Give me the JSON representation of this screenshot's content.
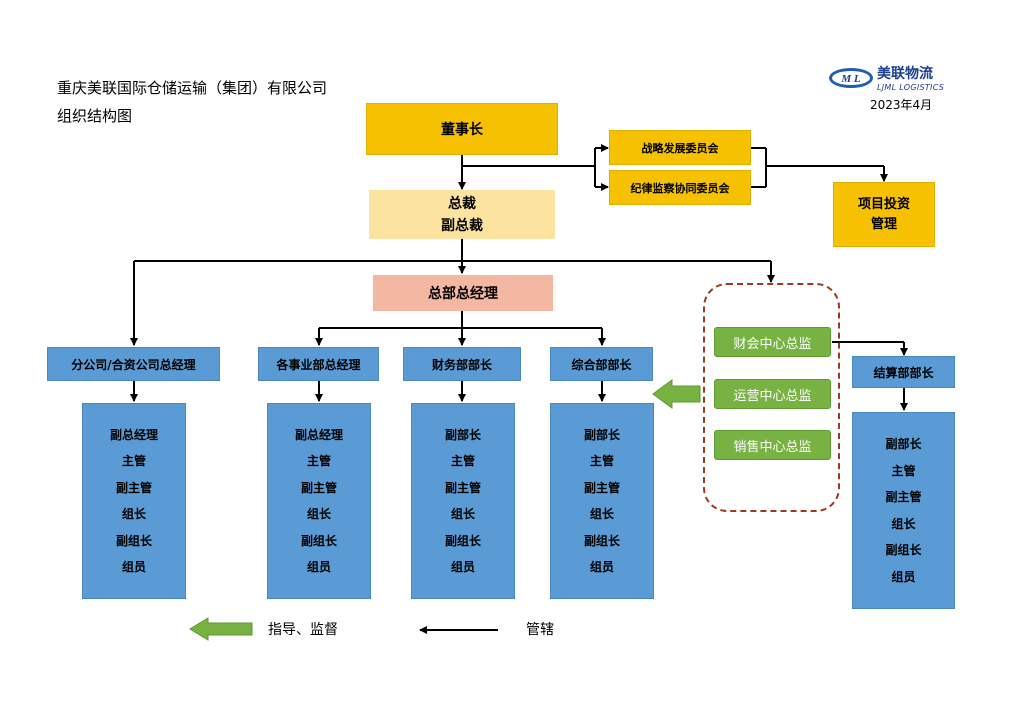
{
  "header": {
    "company": "重庆美联国际仓储运输（集团）有限公司",
    "subtitle": "组织结构图",
    "logo_mark": "M L",
    "logo_cn": "美联物流",
    "logo_en": "LJML LOGISTICS",
    "date": "2023年4月"
  },
  "nodes": {
    "chairman": "董事长",
    "strategy_committee": "战略发展委员会",
    "discipline_committee": "纪律监察协同委员会",
    "project_investment": [
      "项目投资",
      "管理"
    ],
    "president": [
      "总裁",
      "副总裁"
    ],
    "hq_gm": "总部总经理",
    "branch_gm": "分公司/合资公司总经理",
    "division_gm": "各事业部总经理",
    "finance_dept": "财务部部长",
    "general_dept": "综合部部长",
    "settlement_dept": "结算部部长",
    "finance_center": "财会中心总监",
    "operations_center": "运营中心总监",
    "sales_center": "销售中心总监"
  },
  "staff_lists": {
    "branch": [
      "副总经理",
      "主管",
      "副主管",
      "组长",
      "副组长",
      "组员"
    ],
    "division": [
      "副总经理",
      "主管",
      "副主管",
      "组长",
      "副组长",
      "组员"
    ],
    "finance": [
      "副部长",
      "主管",
      "副主管",
      "组长",
      "副组长",
      "组员"
    ],
    "general": [
      "副部长",
      "主管",
      "副主管",
      "组长",
      "副组长",
      "组员"
    ],
    "settlement": [
      "副部长",
      "主管",
      "副主管",
      "组长",
      "副组长",
      "组员"
    ]
  },
  "legend": {
    "guide": "指导、监督",
    "manage": "管辖"
  },
  "colors": {
    "gold": "#f5c100",
    "pale_gold": "#fde3a0",
    "salmon": "#f4b7a1",
    "blue": "#5b9bd5",
    "green": "#78b243",
    "dashed_border": "#9b3a1e"
  }
}
